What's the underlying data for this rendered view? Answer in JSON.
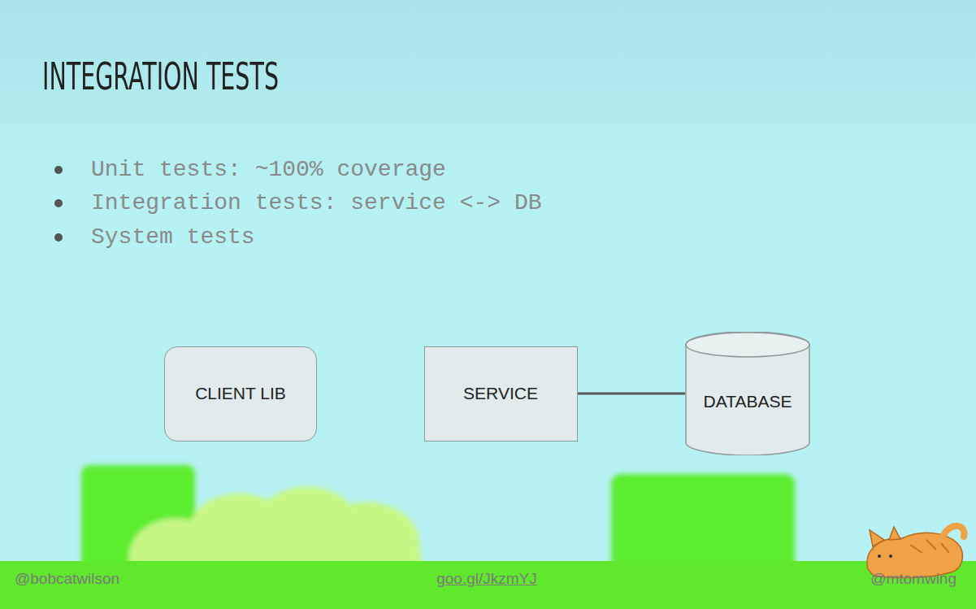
{
  "diagram": {
    "title": "INTEGRATION TESTS",
    "nodes": [
      {
        "text": [
          "CLIENT LIB"
        ]
      },
      {
        "text": [
          "SERVICE"
        ]
      },
      {
        "text": [
          "DATABASE"
        ]
      }
    ],
    "edges": [
      {
        "from": 1,
        "to": 2,
        "arrow": "none"
      }
    ],
    "labels": [
      "Unit tests: ~100% coverage",
      "Integration tests: service <-> DB",
      "System tests",
      "@bobcatwilson",
      "goo.gl/JkzmYJ",
      "@mtomwing"
    ]
  }
}
